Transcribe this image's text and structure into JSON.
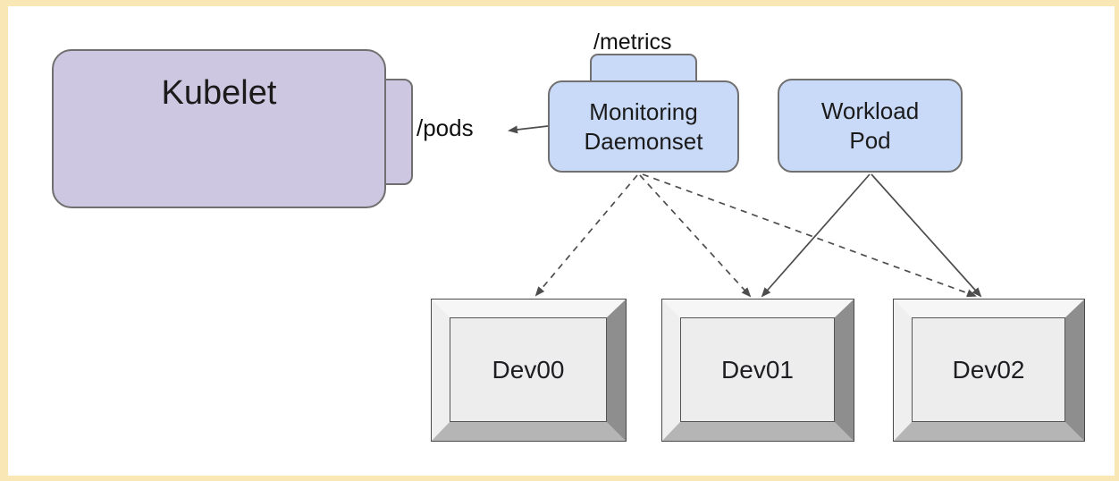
{
  "diagram": {
    "type": "architecture-diagram",
    "nodes": {
      "kubelet": {
        "label": "Kubelet"
      },
      "monitoring_daemonset": {
        "label": "Monitoring\nDaemonset"
      },
      "workload_pod": {
        "label": "Workload\nPod"
      },
      "dev00": {
        "label": "Dev00"
      },
      "dev01": {
        "label": "Dev01"
      },
      "dev02": {
        "label": "Dev02"
      }
    },
    "labels": {
      "metrics_endpoint": "/metrics",
      "pods_endpoint": "/pods"
    },
    "edges": [
      {
        "from": "monitoring_daemonset",
        "to": "kubelet",
        "style": "solid",
        "label": "/pods",
        "direction": "left"
      },
      {
        "from": "monitoring_daemonset",
        "to": "dev00",
        "style": "dashed"
      },
      {
        "from": "monitoring_daemonset",
        "to": "dev01",
        "style": "dashed"
      },
      {
        "from": "monitoring_daemonset",
        "to": "dev02",
        "style": "dashed"
      },
      {
        "from": "workload_pod",
        "to": "dev01",
        "style": "solid"
      },
      {
        "from": "workload_pod",
        "to": "dev02",
        "style": "solid"
      }
    ],
    "colors": {
      "frame": "#F9E7B6",
      "kubelet_fill": "#CEC7E1",
      "pod_fill": "#C9DAF8",
      "node_border": "#707070",
      "edge_line": "#4D4D4D",
      "device_face": "#EDEDED",
      "device_bevel_dark": "#8E8E8E",
      "device_bevel_bottom": "#B5B5B5",
      "background": "#FFFFFF"
    }
  }
}
